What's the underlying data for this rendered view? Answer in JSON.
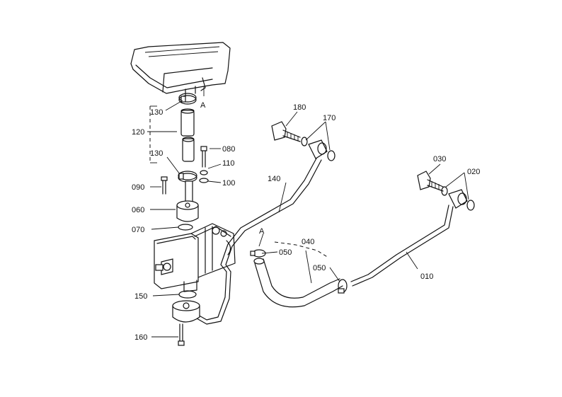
{
  "labels": {
    "p010": "010",
    "p020": "020",
    "p030": "030",
    "p040": "040",
    "p050a": "050",
    "p050b": "050",
    "p060": "060",
    "p070": "070",
    "p080": "080",
    "p090": "090",
    "p100": "100",
    "p110": "110",
    "p120": "120",
    "p130a": "130",
    "p130b": "130",
    "p140": "140",
    "p150": "150",
    "p160": "160",
    "p170": "170",
    "p180": "180",
    "refA1": "A",
    "refA2": "A"
  }
}
